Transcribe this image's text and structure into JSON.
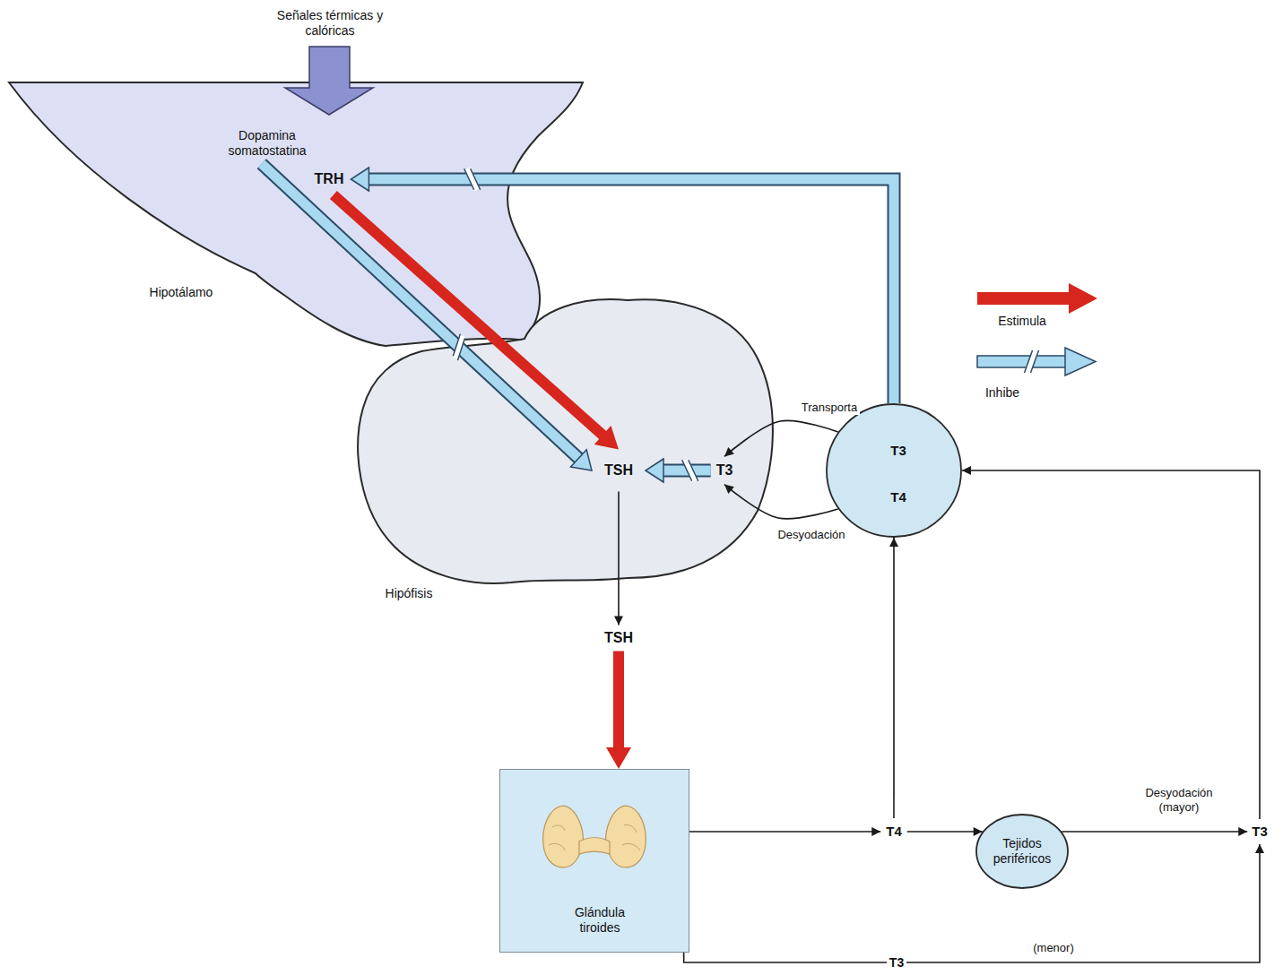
{
  "diagram": {
    "nodes": [
      {
        "text": [
          "Hipotálamo"
        ]
      },
      {
        "text": [
          "Dopamina somatostatina"
        ],
        "in": 0
      },
      {
        "text": [
          "TRH"
        ],
        "in": 0
      },
      {
        "text": [
          "Hipófisis"
        ]
      },
      {
        "text": [
          "TSH"
        ],
        "in": 3
      },
      {
        "text": [
          "T3"
        ],
        "in": 3
      },
      {
        "text": [
          "T3",
          "T4"
        ]
      },
      {
        "text": [
          "TSH"
        ]
      },
      {
        "text": [
          "Glándula tiroides"
        ]
      },
      {
        "text": [
          "T4"
        ]
      },
      {
        "text": [
          "Tejidos periféricos"
        ]
      },
      {
        "text": [
          "T3"
        ]
      }
    ],
    "edges": [
      {
        "from": 1,
        "to": 4,
        "arrow": "to"
      },
      {
        "from": 2,
        "to": 4,
        "arrow": "to"
      },
      {
        "from": 6,
        "to": 2,
        "arrow": "to"
      },
      {
        "from": 6,
        "to": 5,
        "label": "Transporta",
        "arrow": "to"
      },
      {
        "from": 6,
        "to": 5,
        "label": "Desyodación",
        "arrow": "to"
      },
      {
        "from": 5,
        "to": 4,
        "arrow": "to"
      },
      {
        "from": 4,
        "to": 7,
        "arrow": "to"
      },
      {
        "from": 7,
        "to": 8,
        "arrow": "to"
      },
      {
        "from": 8,
        "to": 9,
        "arrow": "to"
      },
      {
        "from": 8,
        "to": 11,
        "label": "T3",
        "arrow": "to"
      },
      {
        "from": 9,
        "to": 6,
        "arrow": "to"
      },
      {
        "from": 9,
        "to": 10,
        "arrow": "to"
      },
      {
        "from": 10,
        "to": 11,
        "label": "Desyodación (mayor)",
        "arrow": "to"
      },
      {
        "from": 11,
        "to": 6,
        "arrow": "to"
      }
    ],
    "labels": [
      "Señales térmicas y calóricas",
      "(menor)"
    ],
    "legend": [
      {
        "text": "Estimula"
      },
      {
        "text": "Inhibe"
      }
    ]
  }
}
